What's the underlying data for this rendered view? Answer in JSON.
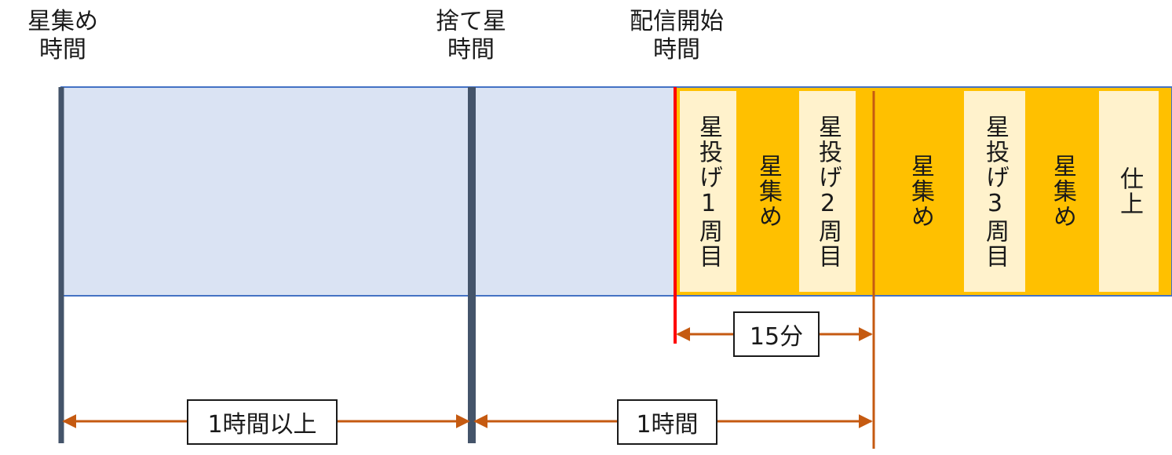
{
  "headers": {
    "collect": [
      "星集め",
      "時間"
    ],
    "discard": [
      "捨て星",
      "時間"
    ],
    "stream_start": [
      "配信開始",
      "時間"
    ]
  },
  "segments": [
    {
      "label": "星投げ1周目",
      "style": "light"
    },
    {
      "label": "星集め",
      "style": "mid"
    },
    {
      "label": "星投げ2周目",
      "style": "light"
    },
    {
      "label": "星集め",
      "style": "mid"
    },
    {
      "label": "星投げ3周目",
      "style": "light"
    },
    {
      "label": "星集め",
      "style": "mid"
    },
    {
      "label": "仕上",
      "style": "light"
    }
  ],
  "durations": {
    "d15": "15分",
    "d1h_plus": "1時間以上",
    "d1h": "1時間"
  },
  "colors": {
    "pre_stream_fill": "#dae3f3",
    "stream_fill": "#ffc000",
    "segment_light": "#fff2cc",
    "bar_outline": "#4472c4",
    "marker_dark": "#44546a",
    "marker_red": "#ff0000",
    "marker_orange": "#c55a11",
    "arrow": "#c55a11"
  }
}
